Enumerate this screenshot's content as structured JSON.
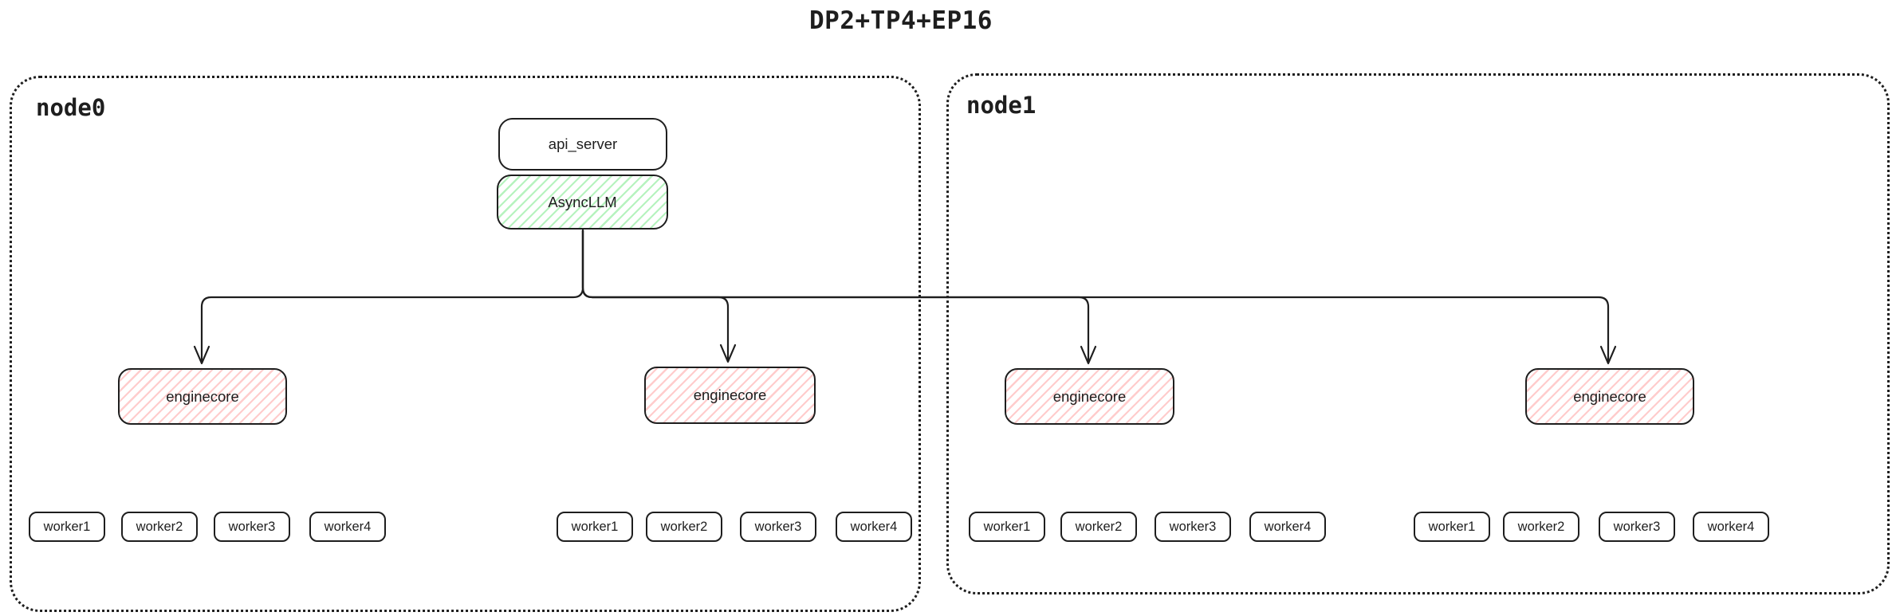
{
  "title": "DP2+TP4+EP16",
  "colors": {
    "stroke": "#1e1e1e",
    "background": "#ffffff",
    "asyncllm_hatch": "#b2f2bb",
    "enginecore_hatch": "#ffc9c9"
  },
  "api_server": {
    "label": "api_server"
  },
  "async_llm": {
    "label": "AsyncLLM"
  },
  "nodes": [
    {
      "label": "node0",
      "enginecores": [
        {
          "label": "enginecore",
          "workers": [
            "worker1",
            "worker2",
            "worker3",
            "worker4"
          ]
        },
        {
          "label": "enginecore",
          "workers": [
            "worker1",
            "worker2",
            "worker3",
            "worker4"
          ]
        }
      ]
    },
    {
      "label": "node1",
      "enginecores": [
        {
          "label": "enginecore",
          "workers": [
            "worker1",
            "worker2",
            "worker3",
            "worker4"
          ]
        },
        {
          "label": "enginecore",
          "workers": [
            "worker1",
            "worker2",
            "worker3",
            "worker4"
          ]
        }
      ]
    }
  ]
}
